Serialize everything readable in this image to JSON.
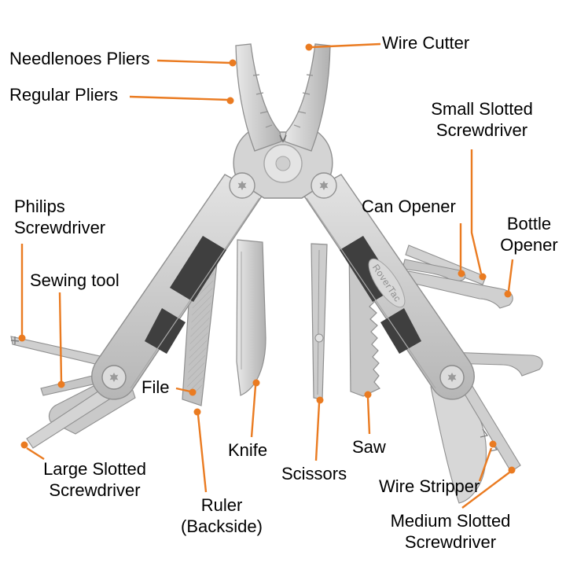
{
  "diagram": {
    "brand": "RoverTac",
    "accent_color": "#EA7B21",
    "steel_color": "#c9c9c9",
    "labels": {
      "wire_cutter": "Wire Cutter",
      "needlenose_pliers": "Needlenoes Pliers",
      "regular_pliers": "Regular Pliers",
      "small_slotted_screwdriver": "Small Slotted Screwdriver",
      "can_opener": "Can Opener",
      "bottle_opener": "Bottle Opener",
      "philips_screwdriver": "Philips Screwdriver",
      "sewing_tool": "Sewing tool",
      "file": "File",
      "knife": "Knife",
      "scissors": "Scissors",
      "saw": "Saw",
      "wire_stripper": "Wire Stripper",
      "large_slotted_screwdriver": "Large Slotted Screwdriver",
      "ruler": "Ruler (Backside)",
      "medium_slotted_screwdriver": "Medium Slotted Screwdriver"
    }
  }
}
